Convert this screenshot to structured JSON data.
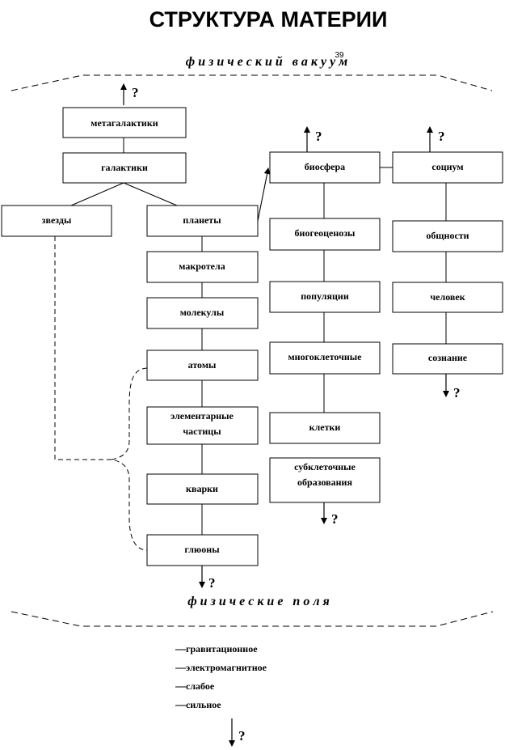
{
  "title": "СТРУКТУРА МАТЕРИИ",
  "page_number": "39",
  "vacuum_label": "ф и з и ч е с к и й   в а к у у м",
  "fields_label": "ф и з и ч е с к и е   п о л я",
  "question_mark": "?",
  "nodes": {
    "metagalaxies": "метагалактики",
    "galaxies": "галактики",
    "stars": "звезды",
    "planets": "планеты",
    "macrobodies": "макротела",
    "molecules": "молекулы",
    "atoms": "атомы",
    "elementary_line1": "элементарные",
    "elementary_line2": "частицы",
    "quarks": "кварки",
    "gluons": "глюоны",
    "biosphere": "биосфера",
    "biogeocenoses": "биогеоценозы",
    "populations": "популяции",
    "multicellular": "многоклеточные",
    "cells": "клетки",
    "subcellular_line1": "субклеточные",
    "subcellular_line2": "образования",
    "society": "социум",
    "communities": "общности",
    "human": "человек",
    "consciousness": "сознание"
  },
  "fields": [
    "гравитационное",
    "электромагнитное",
    "слабое",
    "сильное"
  ]
}
